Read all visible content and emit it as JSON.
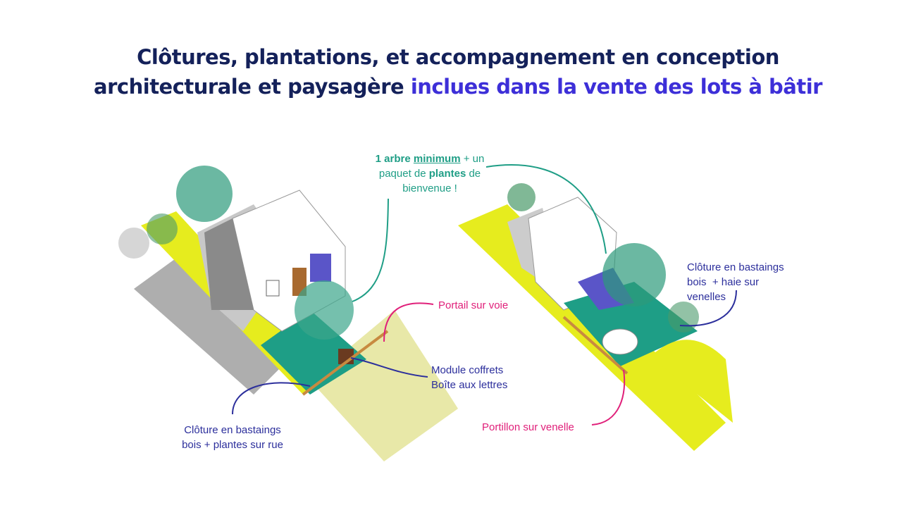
{
  "title": {
    "line1": "Clôtures, plantations, et accompagnement en conception",
    "line2_dark": "architecturale et paysagère",
    "line2_accent": "inclues dans la vente des lots à bâtir"
  },
  "annotations": {
    "tree": {
      "bold1": "1 arbre",
      "underlined": "minimum",
      "text1": " + un",
      "text2": "paquet de",
      "bold2": "plantes",
      "text3": " de",
      "text4": "bienvenue !"
    },
    "portail": "Portail sur voie",
    "module_line1": "Module coffrets",
    "module_line2": "Boîte aux lettres",
    "cloture_rue_line1": "Clôture en bastaings",
    "cloture_rue_line2": "bois + plantes sur rue",
    "portillon": "Portillon sur venelle",
    "cloture_venelle_line1": "Clôture en bastaings",
    "cloture_venelle_line2": "bois  + haie sur",
    "cloture_venelle_line3": "venelles"
  },
  "colors": {
    "navy": "#14215a",
    "accent": "#3d2fd8",
    "teal": "#1f9e86",
    "pink": "#e0207a",
    "blue": "#2c2f9c",
    "yellow": "#e8e81a"
  }
}
